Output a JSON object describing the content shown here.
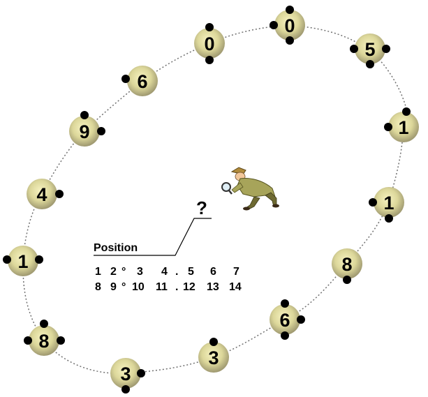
{
  "puzzle": {
    "question_mark": "?",
    "position_label": "Position",
    "position_row1": [
      "1",
      "2",
      "°",
      "3",
      "4",
      ".",
      "5",
      "6",
      "7"
    ],
    "position_row2": [
      "8",
      "9",
      "°",
      "10",
      "11",
      ".",
      "12",
      "13",
      "14"
    ],
    "nodes": [
      {
        "digit": "0"
      },
      {
        "digit": "5"
      },
      {
        "digit": "1"
      },
      {
        "digit": "1"
      },
      {
        "digit": "8"
      },
      {
        "digit": "6"
      },
      {
        "digit": "3"
      },
      {
        "digit": "3"
      },
      {
        "digit": "8"
      },
      {
        "digit": "1"
      },
      {
        "digit": "4"
      },
      {
        "digit": "9"
      },
      {
        "digit": "6"
      },
      {
        "digit": "0"
      }
    ],
    "detective_icon": "detective-with-magnifier-icon",
    "colors": {
      "node_fill_center": "#f4f0b8",
      "node_fill_edge": "#a8a27a",
      "digit_color": "#000000",
      "dot_color": "#000000",
      "track_color": "#707070"
    }
  }
}
